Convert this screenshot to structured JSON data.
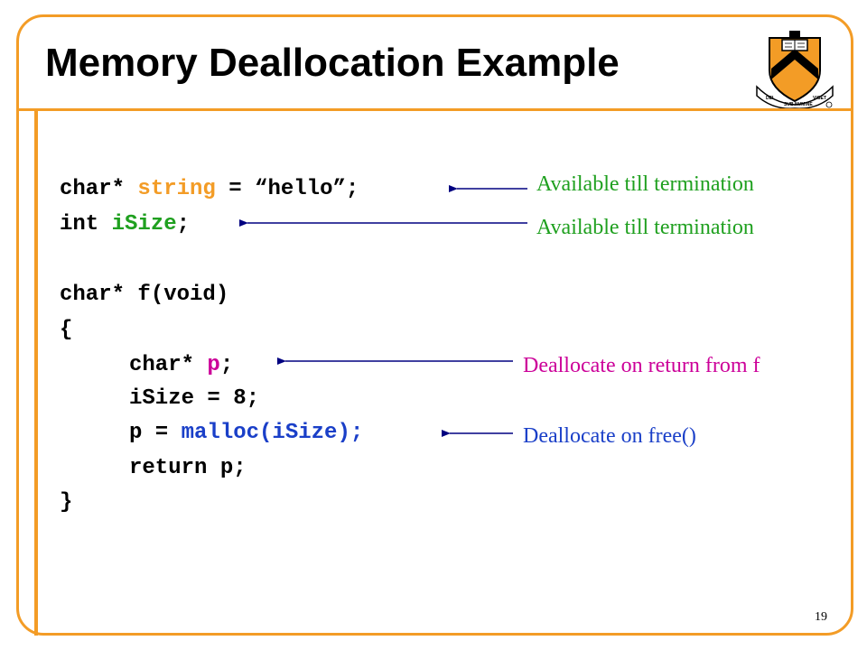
{
  "slide": {
    "title": "Memory Deallocation Example",
    "page_number": "19"
  },
  "code": {
    "line1": {
      "type": "char* ",
      "name": "string",
      "rest": " = “hello”;"
    },
    "line2": {
      "type": "int ",
      "name": "iSize",
      "rest": ";"
    },
    "line4": "char* f(void)",
    "line5": "{",
    "line6": {
      "type": "char* ",
      "name": "p",
      "rest": ";"
    },
    "line7": "iSize = 8;",
    "line8": {
      "lhs": "p = ",
      "call": "malloc(iSize);"
    },
    "line9": "return p;",
    "line10": "}"
  },
  "annotations": {
    "string_note": "Available till termination",
    "isize_note": "Available till termination",
    "p_note": "Deallocate on return from f",
    "malloc_note": "Deallocate on free()"
  },
  "colors": {
    "accent_orange": "#F39C26",
    "static_green": "#1FA01F",
    "local_magenta": "#CC0099",
    "heap_blue": "#1A3FC8",
    "arrow_navy": "#000080"
  },
  "crest": {
    "icon": "princeton-shield-crest-icon",
    "ribbon_left": "DEI",
    "ribbon_center": "SUB NUMINE",
    "ribbon_right": "VIGET"
  }
}
